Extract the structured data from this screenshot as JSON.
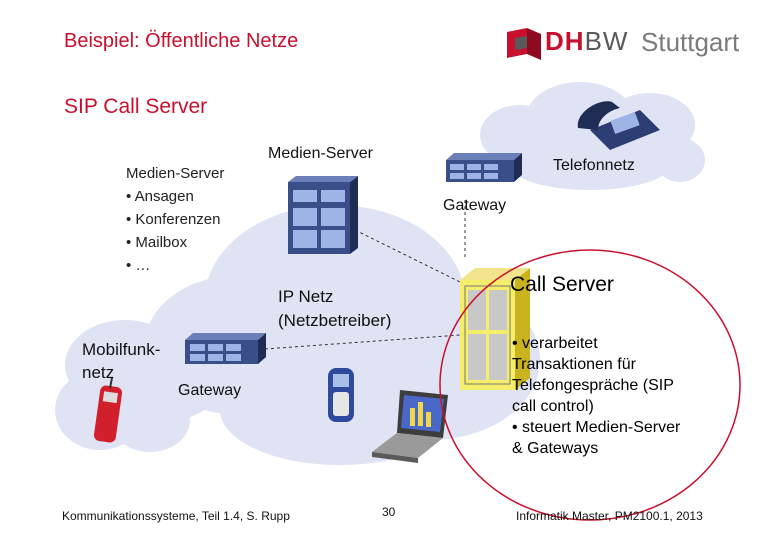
{
  "header": {
    "title": "Beispiel: Öffentliche Netze",
    "logo": {
      "name": "DHBW",
      "text_dh": "DH",
      "text_bw": "BW",
      "city": "Stuttgart"
    }
  },
  "subtitle": "SIP Call Server",
  "diagram": {
    "left_list": {
      "heading": "Medien-Server",
      "items": [
        "• Ansagen",
        "• Konferenzen",
        "• Mailbox",
        "• …"
      ]
    },
    "media_server_label": "Medien-Server",
    "telefonnetz_label": "Telefonnetz",
    "gateway_top_label": "Gateway",
    "call_server_label": "Call Server",
    "ip_netz_label_line1": "IP Netz",
    "ip_netz_label_line2": "(Netzbetreiber)",
    "mobilfunk_label_line1": "Mobilfunk-",
    "mobilfunk_label_line2": "netz",
    "gateway_bottom_label": "Gateway",
    "call_server_notes": [
      "• verarbeitet",
      "Transaktionen für",
      "Telefongespräche (SIP",
      "call control)",
      "• steuert Medien-Server",
      "& Gateways"
    ],
    "colors": {
      "accent": "#c8102e",
      "cloud": "#dfe3f3",
      "ellipse": "#c8102e"
    }
  },
  "footer": {
    "left": "Kommunikationssysteme, Teil 1.4, S. Rupp",
    "page": "30",
    "right": "Informatik Master, PM2100.1, 2013"
  }
}
